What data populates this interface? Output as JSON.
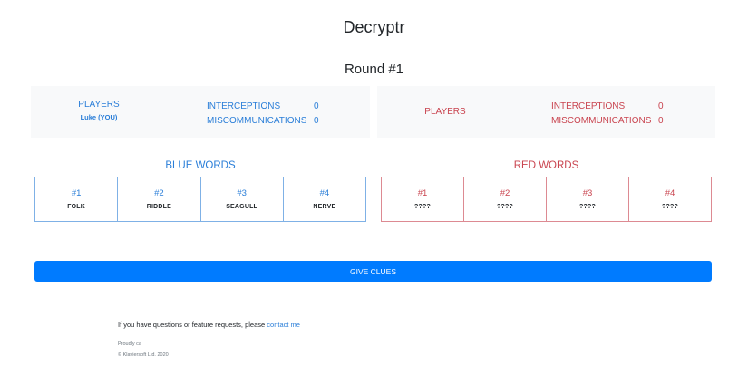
{
  "header": {
    "title": "Decryptr",
    "round": "Round #1"
  },
  "teams": {
    "blue": {
      "players_label": "PLAYERS",
      "players": [
        "Luke (YOU)"
      ],
      "stats": [
        {
          "label": "INTERCEPTIONS",
          "value": "0"
        },
        {
          "label": "MISCOMMUNICATIONS",
          "value": "0"
        }
      ],
      "words_title": "BLUE WORDS",
      "words": [
        {
          "num": "#1",
          "word": "FOLK"
        },
        {
          "num": "#2",
          "word": "RIDDLE"
        },
        {
          "num": "#3",
          "word": "SEAGULL"
        },
        {
          "num": "#4",
          "word": "NERVE"
        }
      ],
      "color": "#2a7ed8"
    },
    "red": {
      "players_label": "PLAYERS",
      "players": [],
      "stats": [
        {
          "label": "INTERCEPTIONS",
          "value": "0"
        },
        {
          "label": "MISCOMMUNICATIONS",
          "value": "0"
        }
      ],
      "words_title": "RED WORDS",
      "words": [
        {
          "num": "#1",
          "word": "????"
        },
        {
          "num": "#2",
          "word": "????"
        },
        {
          "num": "#3",
          "word": "????"
        },
        {
          "num": "#4",
          "word": "????"
        }
      ],
      "color": "#c9444f"
    }
  },
  "actions": {
    "give_clues": "GIVE CLUES",
    "button_color": "#007bff"
  },
  "footer": {
    "questions_text": "If you have questions or feature requests, please ",
    "contact_link": "contact me",
    "proudly": "Proudly ca",
    "copyright": "© Klaviersoft Ltd. 2020"
  }
}
